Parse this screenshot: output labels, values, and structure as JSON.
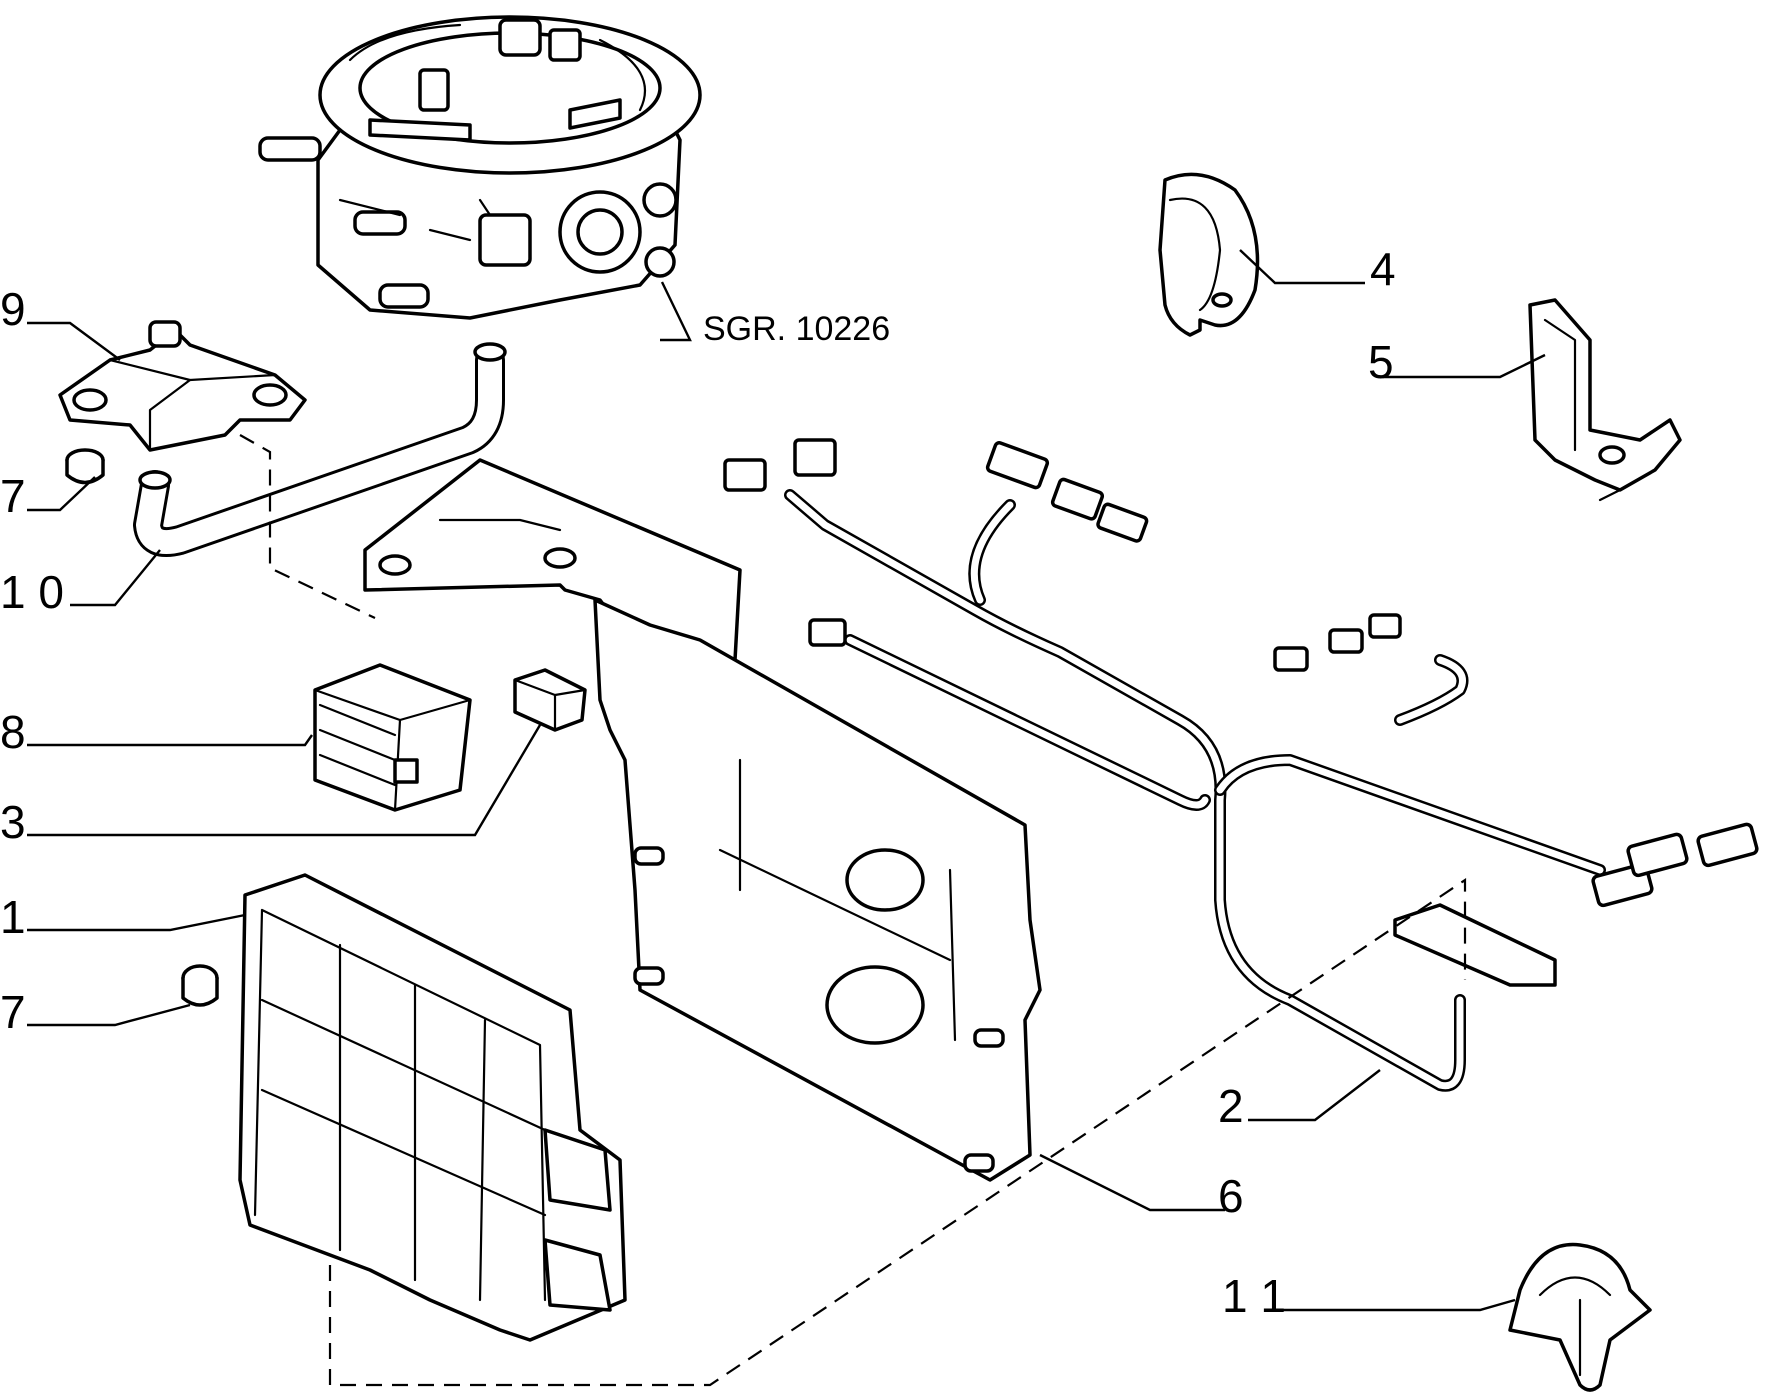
{
  "reference": "SGR. 10226",
  "callouts": [
    {
      "id": "c1",
      "text": "1"
    },
    {
      "id": "c2",
      "text": "2"
    },
    {
      "id": "c3",
      "text": "3"
    },
    {
      "id": "c4",
      "text": "4"
    },
    {
      "id": "c5",
      "text": "5"
    },
    {
      "id": "c6",
      "text": "6"
    },
    {
      "id": "c7a",
      "text": "7"
    },
    {
      "id": "c7b",
      "text": "7"
    },
    {
      "id": "c8",
      "text": "8"
    },
    {
      "id": "c9",
      "text": "9"
    },
    {
      "id": "c10",
      "text": "1 0"
    },
    {
      "id": "c11",
      "text": "1 1"
    }
  ]
}
